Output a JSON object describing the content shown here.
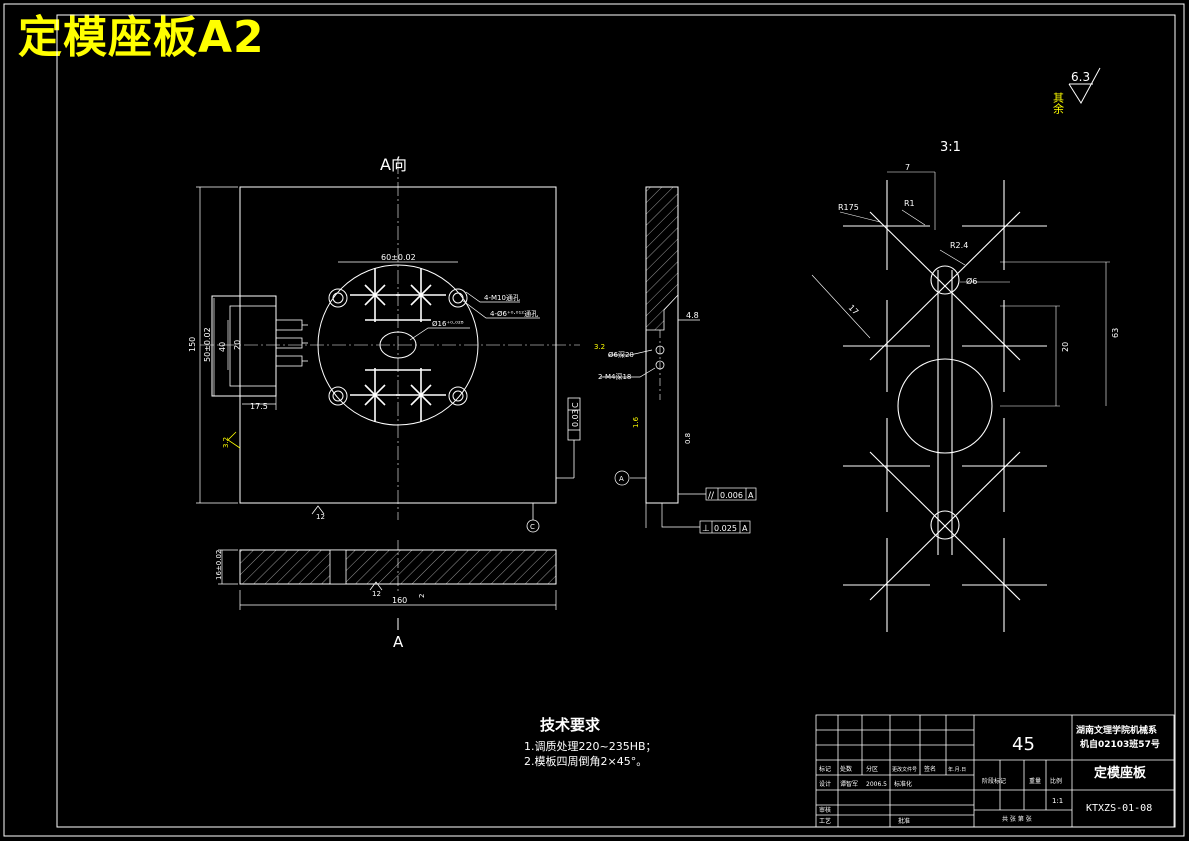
{
  "sheet_title": "定模座板A2",
  "view_labels": {
    "view_a_title": "A向",
    "section_mark": "A",
    "detail_scale": "3:1",
    "datum_a": "A",
    "datum_c": "C"
  },
  "roughness": {
    "other": "其余",
    "other_value": "6.3",
    "v32": "3.2",
    "v16": "1.6",
    "v08": "0.8",
    "v12": "12"
  },
  "dimensions": {
    "d150_height": "150",
    "d50_tol": "50±0.02",
    "d40": "40",
    "d20": "20",
    "d17_5": "17.5",
    "d160_width": "160",
    "d60_tol": "60±0.02",
    "d16_thk": "16±0.02",
    "d2": "2",
    "d4_8": "4.8",
    "d7": "7",
    "r175": "R175",
    "r1": "R1",
    "r2_4": "R2.4",
    "phi6": "Ø6",
    "d17": "17",
    "d20_detail": "20",
    "d63": "63",
    "d2_small": "2"
  },
  "callouts": {
    "m10": "4-M10通孔",
    "phi6_holes": "4-Ø6⁺⁰·⁰¹²通孔",
    "phi16": "Ø16⁺⁰·⁰²⁸",
    "phi6_depth": "Ø6深20",
    "m4": "2-M4深18"
  },
  "tolerances": {
    "perp_main": "0.03",
    "perp_main_datum": "C",
    "parallel": "0.006",
    "parallel_datum": "A",
    "perp_side": "0.025",
    "perp_side_datum": "A"
  },
  "tech_requirements": {
    "heading": "技术要求",
    "items": [
      "1.调质处理220~235HB；",
      "2.模板四周倒角2×45°。"
    ]
  },
  "title_block": {
    "school": "湖南文理学院机械系",
    "class_name": "机自02103班57号",
    "material": "45",
    "part_name": "定模座板",
    "drawing_no": "KTXZS-01-08",
    "mark_label": "标记",
    "count_label": "处数",
    "zone_label": "分区",
    "change_doc_label": "更改文件号",
    "sign_label": "签名",
    "date_label": "年.月.日",
    "design_label": "设计",
    "designer": "谭智军",
    "design_date": "2006.5",
    "standardize_label": "标准化",
    "stage_label": "阶段标记",
    "weight_label": "重量",
    "scale_label": "比例",
    "scale_value": "1:1",
    "review_label": "审核",
    "process_label": "工艺",
    "approve_label": "批准",
    "sheets_label": "共 张 第 张"
  }
}
